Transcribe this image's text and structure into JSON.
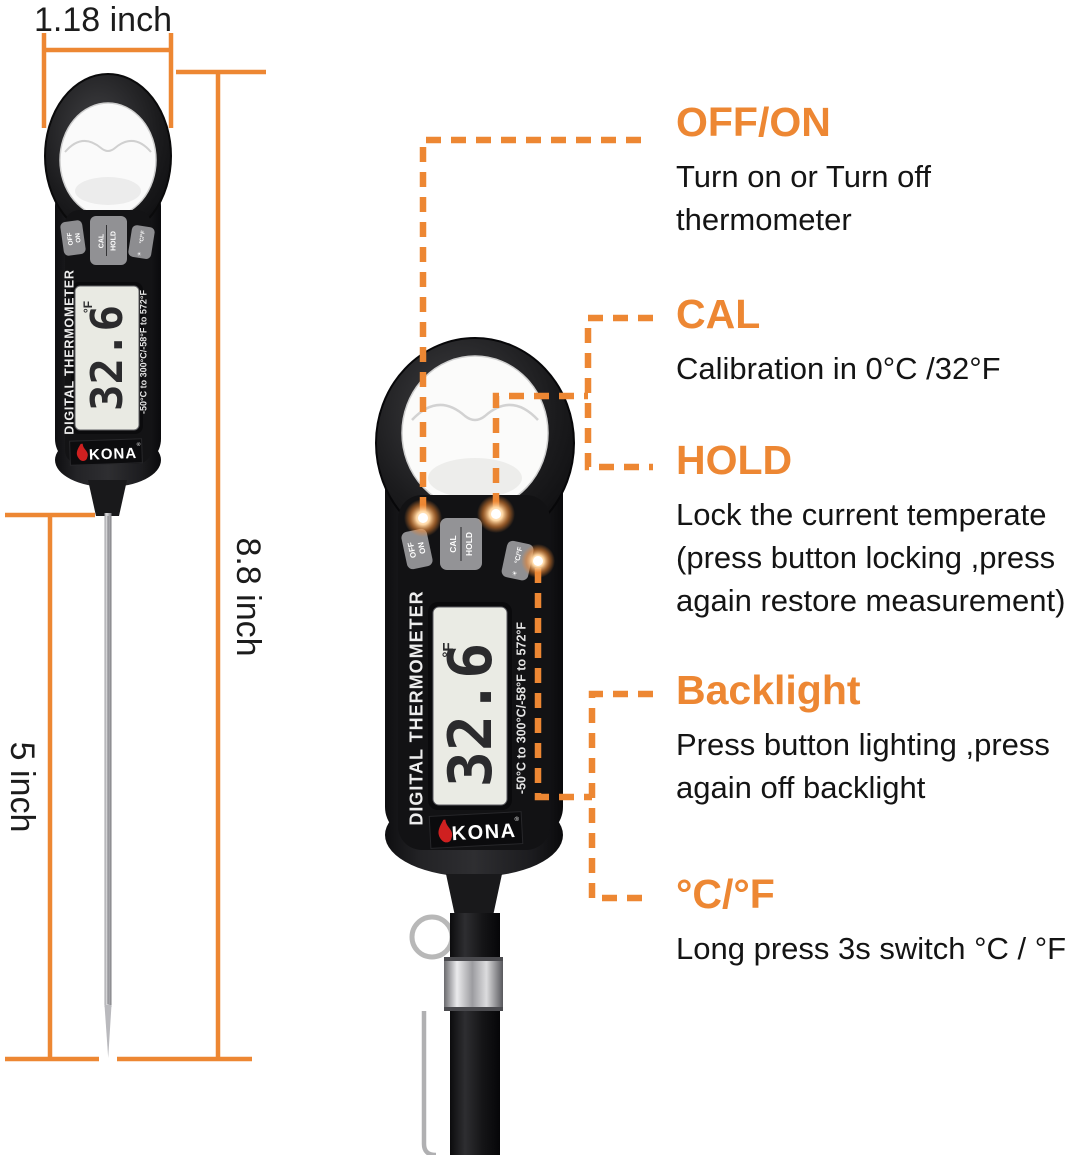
{
  "accent_color": "#ED8733",
  "dimensions": {
    "width": "1.18 inch",
    "height": "8.8 inch",
    "probe": "5 inch"
  },
  "device": {
    "brand": "KONA",
    "brand_mark": "®",
    "panel_title": "DIGITAL THERMOMETER",
    "range": "-50°C to 300°C/-58°F to 572°F",
    "lcd_value": "32.6",
    "lcd_unit": "°F",
    "buttons": {
      "power_top": "OFF",
      "power_bottom": "ON",
      "cal": "CAL",
      "hold": "HOLD",
      "backlight_icon": "☀",
      "unit": "°C/°F"
    }
  },
  "callouts": {
    "offon": {
      "title": "OFF/ON",
      "line1": "Turn on or Turn off",
      "line2": "thermometer"
    },
    "cal": {
      "title": "CAL",
      "line1": "Calibration in 0°C /32°F"
    },
    "hold": {
      "title": "HOLD",
      "line1": "Lock the current temperate",
      "line2": "(press button locking ,press",
      "line3": "again restore measurement)"
    },
    "backlight": {
      "title": "Backlight",
      "line1": "Press button lighting ,press",
      "line2": "again off backlight"
    },
    "cf": {
      "title": "°C/°F",
      "line1": "Long press 3s switch °C / °F"
    }
  }
}
